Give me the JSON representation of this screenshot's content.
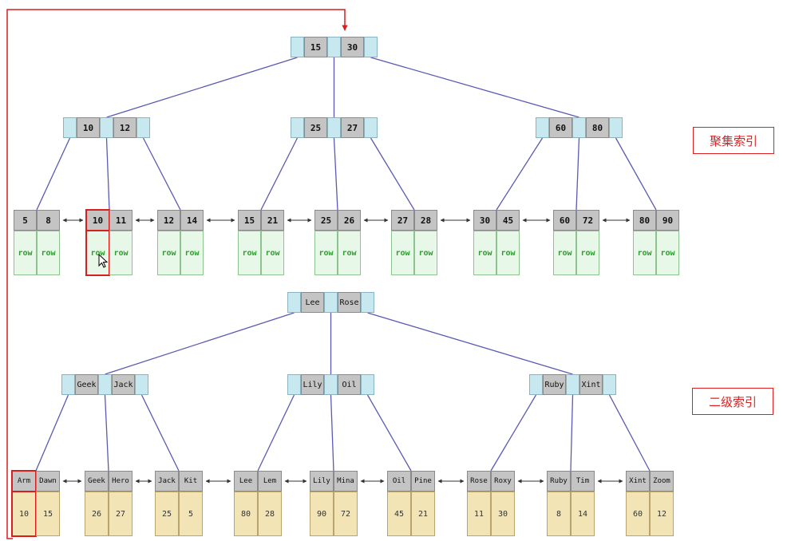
{
  "clustered": {
    "label": "聚集索引",
    "root": [
      "15",
      "30"
    ],
    "internal": [
      [
        "10",
        "12"
      ],
      [
        "25",
        "27"
      ],
      [
        "60",
        "80"
      ]
    ],
    "leaves": [
      {
        "keys": [
          "5",
          "8"
        ],
        "rows": [
          "row",
          "row"
        ]
      },
      {
        "keys": [
          "10",
          "11"
        ],
        "rows": [
          "row",
          "row"
        ]
      },
      {
        "keys": [
          "12",
          "14"
        ],
        "rows": [
          "row",
          "row"
        ]
      },
      {
        "keys": [
          "15",
          "21"
        ],
        "rows": [
          "row",
          "row"
        ]
      },
      {
        "keys": [
          "25",
          "26"
        ],
        "rows": [
          "row",
          "row"
        ]
      },
      {
        "keys": [
          "27",
          "28"
        ],
        "rows": [
          "row",
          "row"
        ]
      },
      {
        "keys": [
          "30",
          "45"
        ],
        "rows": [
          "row",
          "row"
        ]
      },
      {
        "keys": [
          "60",
          "72"
        ],
        "rows": [
          "row",
          "row"
        ]
      },
      {
        "keys": [
          "80",
          "90"
        ],
        "rows": [
          "row",
          "row"
        ]
      }
    ]
  },
  "secondary": {
    "label": "二级索引",
    "root": [
      "Lee",
      "Rose"
    ],
    "internal": [
      [
        "Geek",
        "Jack"
      ],
      [
        "Lily",
        "Oil"
      ],
      [
        "Ruby",
        "Xint"
      ]
    ],
    "leaves": [
      {
        "keys": [
          "Arm",
          "Dawn"
        ],
        "ids": [
          "10",
          "15"
        ]
      },
      {
        "keys": [
          "Geek",
          "Hero"
        ],
        "ids": [
          "26",
          "27"
        ]
      },
      {
        "keys": [
          "Jack",
          "Kit"
        ],
        "ids": [
          "25",
          "5"
        ]
      },
      {
        "keys": [
          "Lee",
          "Lem"
        ],
        "ids": [
          "80",
          "28"
        ]
      },
      {
        "keys": [
          "Lily",
          "Mina"
        ],
        "ids": [
          "90",
          "72"
        ]
      },
      {
        "keys": [
          "Oil",
          "Pine"
        ],
        "ids": [
          "45",
          "21"
        ]
      },
      {
        "keys": [
          "Rose",
          "Roxy"
        ],
        "ids": [
          "11",
          "30"
        ]
      },
      {
        "keys": [
          "Ruby",
          "Tim"
        ],
        "ids": [
          "8",
          "14"
        ]
      },
      {
        "keys": [
          "Xint",
          "Zoom"
        ],
        "ids": [
          "60",
          "12"
        ]
      }
    ]
  },
  "colors": {
    "edge": "#5a5ab4",
    "highlight": "#d91e1e"
  }
}
